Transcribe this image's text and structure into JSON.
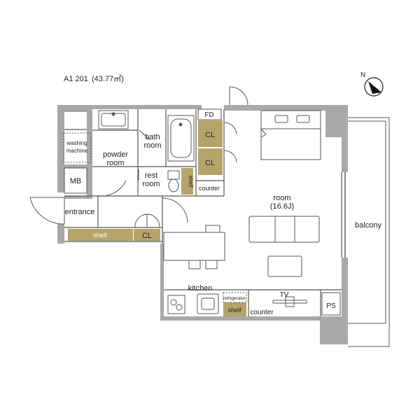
{
  "header": {
    "unit": "A1 201",
    "area": "(43.77㎡)"
  },
  "compass": {
    "letter": "N"
  },
  "rooms": {
    "washing_machine_1": "washing",
    "washing_machine_2": "machine",
    "powder_1": "powder",
    "powder_2": "room",
    "bath_1": "bath",
    "bath_2": "room",
    "rest_1": "rest",
    "rest_2": "room",
    "mb": "MB",
    "entrance": "entrance",
    "shelf_entrance": "shelf",
    "cl_entrance": "CL",
    "fd": "FD",
    "cl_top": "CL",
    "cl_mid": "CL",
    "shelf_rest": "shelf",
    "counter_top": "counter",
    "room_1": "room",
    "room_2": "(16.6J)",
    "balcony": "balcony",
    "kitchen": "kitchen",
    "refrigerator": "refrigerator",
    "shelf_kitchen": "shelf",
    "tv": "TV",
    "counter_bottom": "counter",
    "ps": "PS"
  },
  "colors": {
    "wall": "#a8a8a8",
    "storage": "#b5a46a",
    "line": "#555555"
  }
}
